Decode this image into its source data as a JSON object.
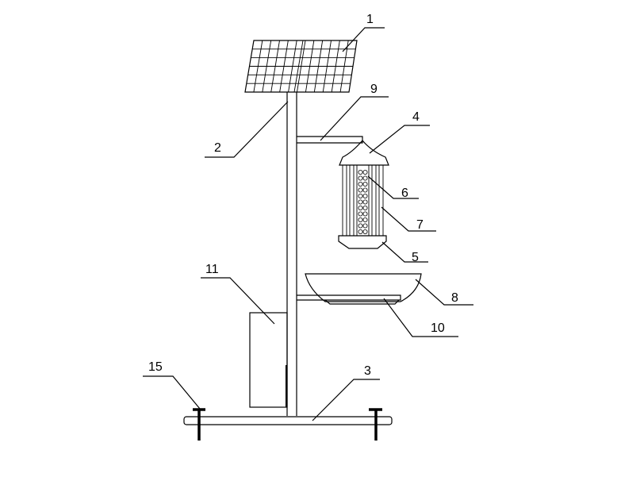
{
  "diagram": {
    "labels": {
      "solar_panel": "1",
      "pole": "2",
      "base": "3",
      "lamp_top_cap": "4",
      "lamp_bottom_cap": "5",
      "light_tube": "6",
      "grid_bars": "7",
      "collection_tray": "8",
      "upper_arm": "9",
      "lower_arm": "10",
      "control_box": "11",
      "ground_stake": "15"
    }
  }
}
